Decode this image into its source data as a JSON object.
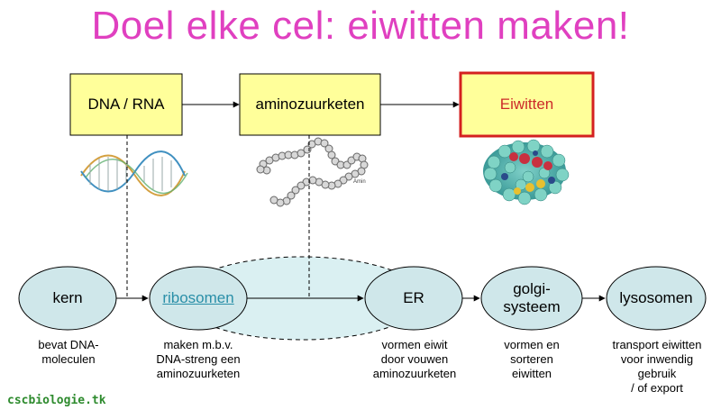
{
  "title": "Doel elke cel: eiwitten maken!",
  "boxes": {
    "dna_rna": "DNA / RNA",
    "aminozuurketen": "aminozuurketen",
    "eiwitten": "Eiwitten"
  },
  "organelles": {
    "kern": "kern",
    "ribosomen": "ribosomen",
    "er": "ER",
    "golgi_line1": "golgi-",
    "golgi_line2": "systeem",
    "lysosomen": "lysosomen"
  },
  "descriptions": {
    "kern": [
      "bevat DNA-",
      "moleculen"
    ],
    "ribosomen": [
      "maken m.b.v.",
      "DNA-streng een",
      "aminozuurketen"
    ],
    "er": [
      "vormen eiwit",
      "door vouwen",
      "aminozuurketen"
    ],
    "golgi": [
      "vormen en",
      "sorteren",
      "eiwitten"
    ],
    "lysosomen": [
      "transport eiwitten",
      "voor inwendig",
      "gebruik",
      "/ of export"
    ]
  },
  "chain_label": "Amin",
  "footer": "cscbiologie.tk",
  "colors": {
    "title": "#e040c0",
    "box_fill": "#ffff9a",
    "box_highlight_border": "#d42020",
    "box_highlight_text": "#cc2a2a",
    "oval_fill": "#cfe7ea",
    "link": "#2a8fa8",
    "footer": "#2e8b2e"
  }
}
